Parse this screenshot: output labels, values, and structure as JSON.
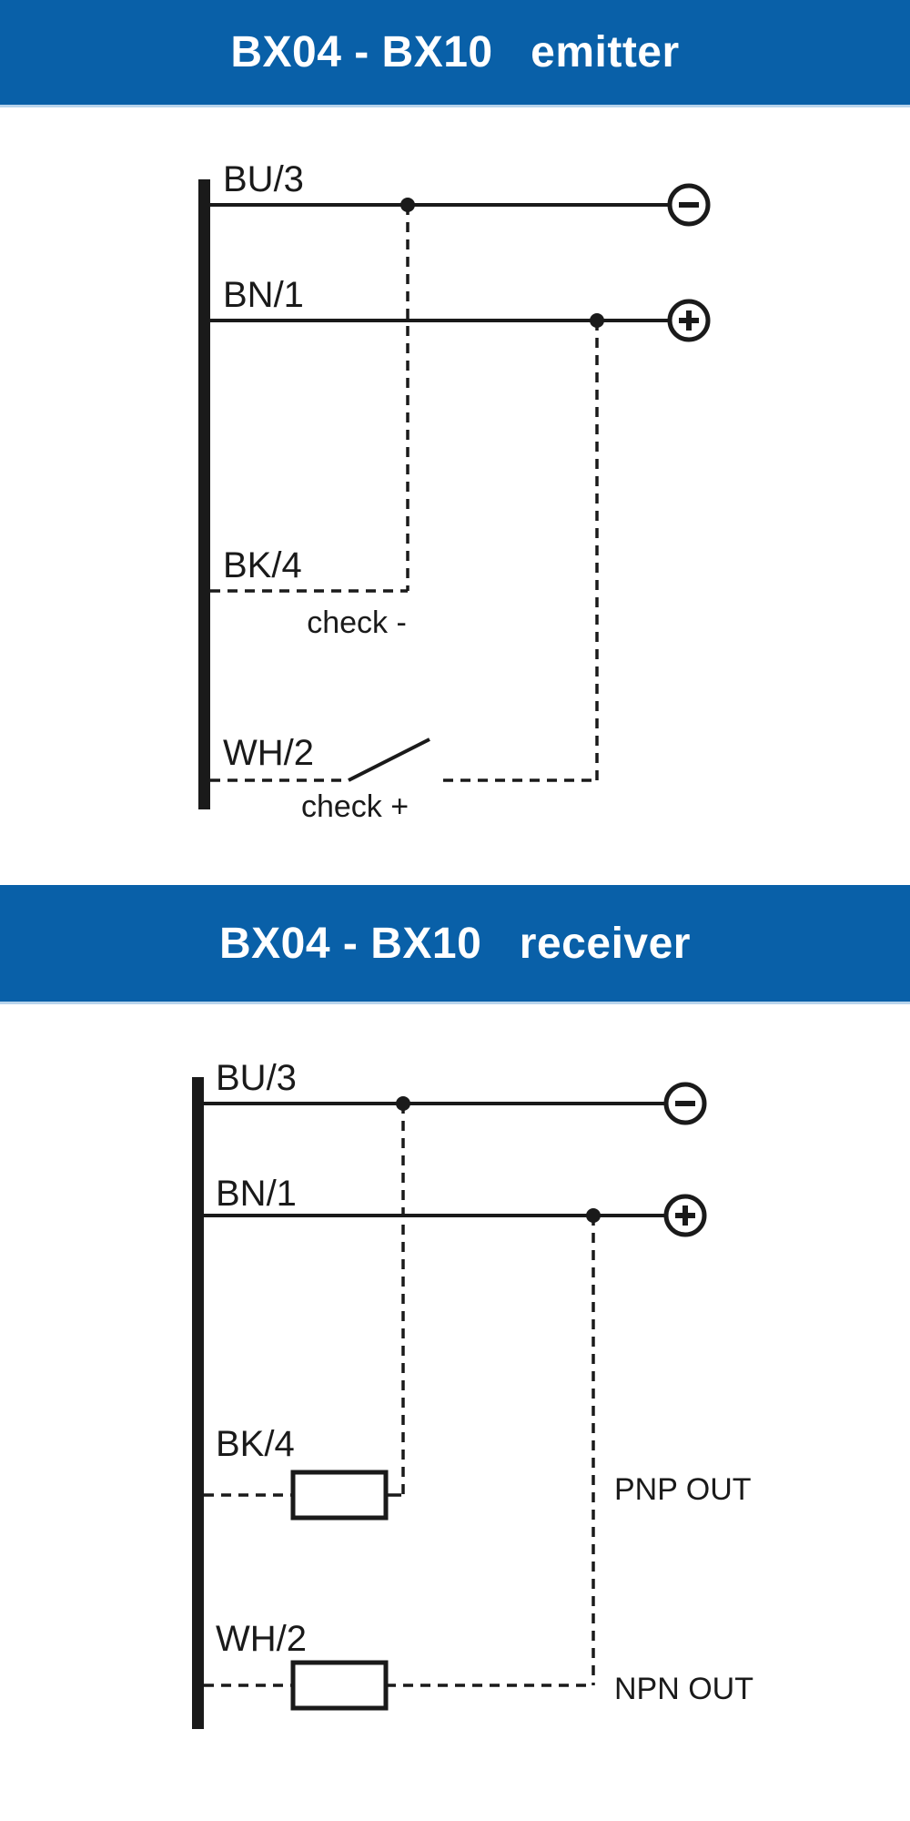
{
  "theme": {
    "header_bg": "#0960a8",
    "header_text_color": "#ffffff",
    "header_bottom_border": "#b8d4ec",
    "line_color": "#1a1a1a",
    "diagram_bg": "#ffffff"
  },
  "icons": {
    "negative_terminal": "⊖",
    "positive_terminal": "⊕"
  },
  "emitter": {
    "title": "BX04 - BX10   emitter",
    "wires": [
      {
        "label": "BU/3"
      },
      {
        "label": "BN/1"
      },
      {
        "label": "BK/4"
      },
      {
        "label": "WH/2"
      }
    ],
    "annotations": {
      "check_minus": "check -",
      "check_plus": "check +"
    }
  },
  "receiver": {
    "title": "BX04 - BX10   receiver",
    "wires": [
      {
        "label": "BU/3"
      },
      {
        "label": "BN/1"
      },
      {
        "label": "BK/4"
      },
      {
        "label": "WH/2"
      }
    ],
    "annotations": {
      "pnp_out": "PNP OUT",
      "npn_out": "NPN OUT"
    }
  }
}
